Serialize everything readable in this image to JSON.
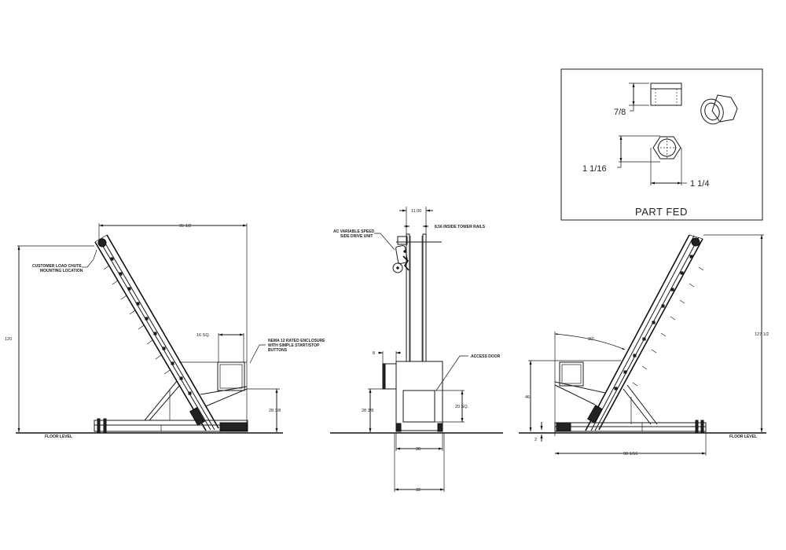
{
  "drawing": {
    "type": "conveyor general arrangement drawing",
    "left_view": {
      "callouts": {
        "load_chute": [
          "CUSTOMER LOAD CHUTE",
          "MOUNTING LOCATION"
        ],
        "enclosure": [
          "NEMA 12 RATED ENCLOSURE",
          "WITH SIMPLE START/STOP",
          "BUTTONS"
        ],
        "floor": "FLOOR LEVEL"
      },
      "dimensions": {
        "overall_width": "95 1/2",
        "overall_height": "120",
        "enclosure_size": "16 SQ.",
        "enclosure_height": "28 3/8"
      }
    },
    "center_view": {
      "callouts": {
        "drive": [
          "AC VARIABLE SPEED",
          "SIDE DRIVE UNIT"
        ],
        "rails": "8.56 INSIDE TOWER RAILS",
        "door": "ACCESS DOOR"
      },
      "dimensions": {
        "tower_width": "11.00",
        "enclosure_depth": "8",
        "enclosure_height": "28 3/8",
        "door_size": "20 SQ.",
        "base_inner": "30",
        "base_outer": "32"
      }
    },
    "right_view": {
      "callouts": {
        "floor": "FLOOR LEVEL"
      },
      "dimensions": {
        "angle": "30°",
        "overall_height": "127 1/2",
        "enclosure_height": "46",
        "clearance": "2",
        "overall_width": "98 1/16"
      }
    },
    "part_fed": {
      "title": "PART FED",
      "dimensions": {
        "height": "7/8",
        "across_flats": "1 1/16",
        "across_corners": "1 1/4"
      }
    }
  }
}
